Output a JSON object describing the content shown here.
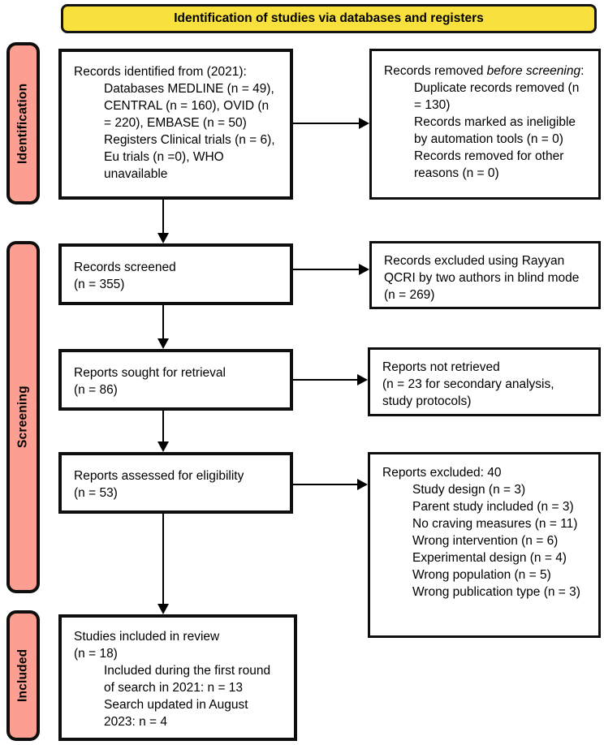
{
  "colors": {
    "banner_bg": "#F8E13C",
    "stage_bg": "#FC9E92"
  },
  "banner": {
    "title": "Identification of studies via databases and registers"
  },
  "stages": {
    "identification": "Identification",
    "screening": "Screening",
    "included": "Included"
  },
  "boxes": {
    "records_identified": {
      "intro": "Records identified from (2021):",
      "items": [
        "Databases MEDLINE (n = 49), CENTRAL (n = 160), OVID (n = 220), EMBASE (n = 50)",
        "Registers Clinical trials (n = 6), Eu trials (n =0), WHO unavailable"
      ]
    },
    "records_removed": {
      "intro_prefix": "Records removed ",
      "intro_italic": "before screening",
      "intro_suffix": ":",
      "items": [
        "Duplicate records removed (n = 130)",
        "Records marked as ineligible by automation tools (n = 0)",
        "Records removed for other reasons (n = 0)"
      ]
    },
    "records_screened": {
      "line1": "Records screened",
      "line2": "(n = 355)"
    },
    "records_excluded": {
      "text": "Records excluded using Rayyan QCRI by two authors in blind mode (n = 269)"
    },
    "reports_sought": {
      "line1": "Reports sought for retrieval",
      "line2": "(n = 86)"
    },
    "reports_not_retrieved": {
      "line1": "Reports not retrieved",
      "line2": "(n = 23 for secondary analysis, study protocols)"
    },
    "reports_assessed": {
      "line1": "Reports assessed for eligibility",
      "line2": "(n = 53)"
    },
    "reports_excluded": {
      "intro": "Reports excluded: 40",
      "items": [
        "Study design (n = 3)",
        "Parent study included (n = 3)",
        "No craving measures (n = 11)",
        "Wrong intervention (n = 6)",
        "Experimental design (n = 4)",
        "Wrong population (n = 5)",
        "Wrong publication type (n = 3)"
      ]
    },
    "studies_included": {
      "line1": "Studies included in review",
      "line2": "(n = 18)",
      "items": [
        "Included during the first round of search in 2021: n = 13",
        "Search updated in August 2023: n = 4"
      ]
    }
  }
}
